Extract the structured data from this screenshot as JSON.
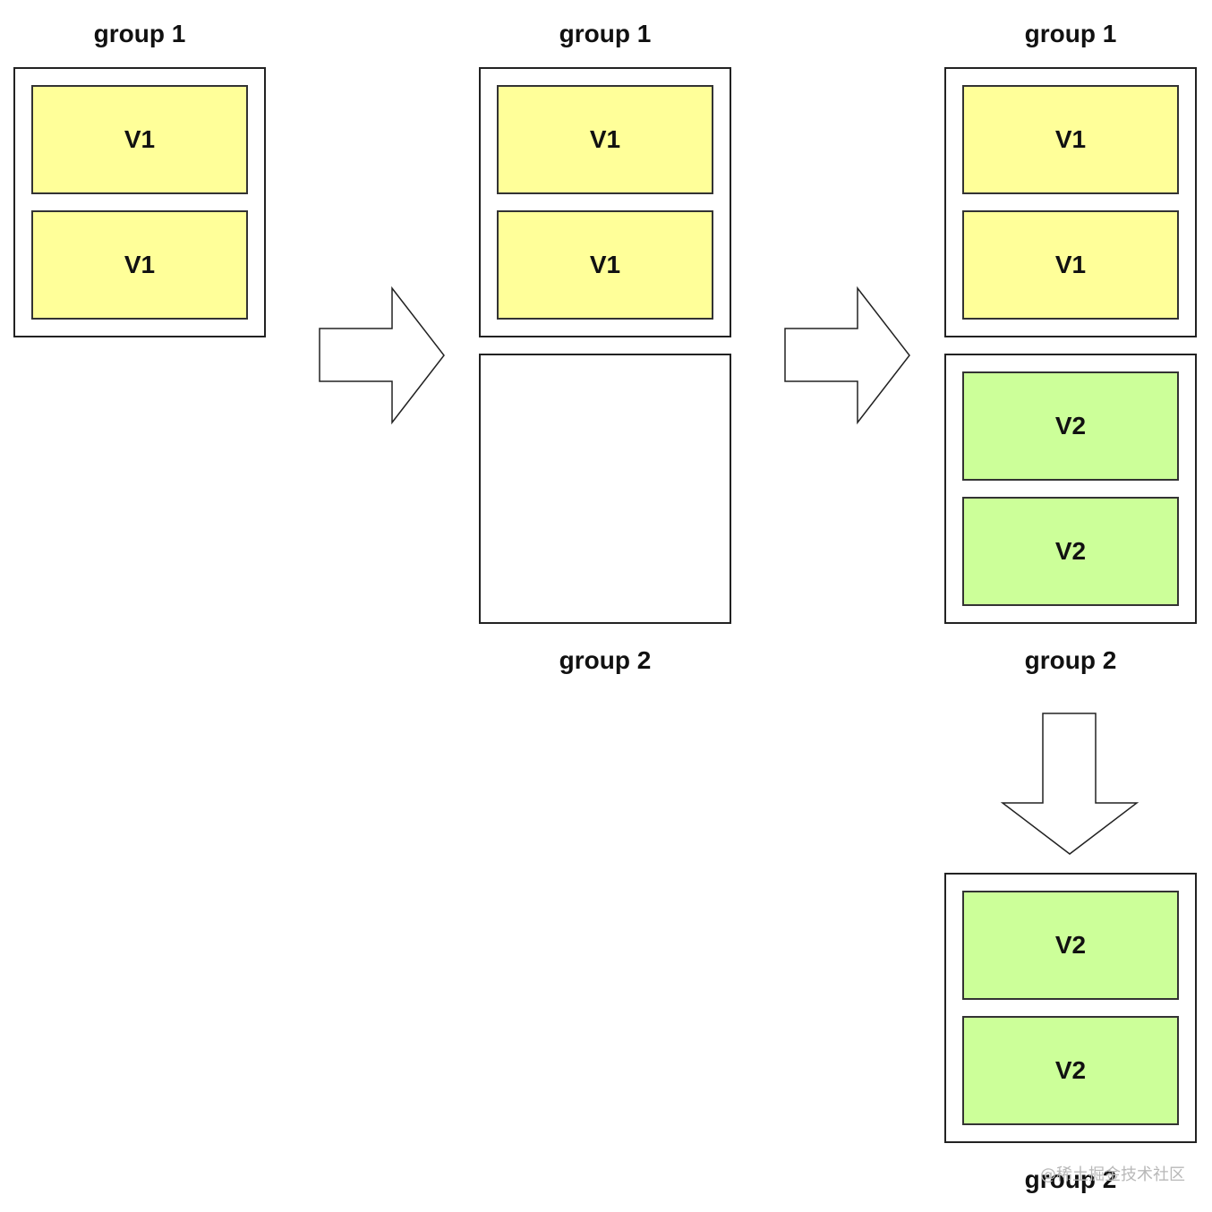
{
  "stage1": {
    "group1": {
      "label": "group 1",
      "items": [
        "V1",
        "V1"
      ]
    }
  },
  "stage2": {
    "group1": {
      "label": "group 1",
      "items": [
        "V1",
        "V1"
      ]
    },
    "group2": {
      "label": "group 2",
      "items": []
    }
  },
  "stage3": {
    "group1": {
      "label": "group 1",
      "items": [
        "V1",
        "V1"
      ]
    },
    "group2": {
      "label": "group 2",
      "items": [
        "V2",
        "V2"
      ]
    }
  },
  "stage4": {
    "group2": {
      "label": "group 2",
      "items": [
        "V2",
        "V2"
      ]
    }
  },
  "colors": {
    "v1_fill": "#ffff99",
    "v2_fill": "#ccff99"
  },
  "icons": {
    "arrow1": "right-arrow-icon",
    "arrow2": "right-arrow-icon",
    "arrow3": "down-arrow-icon"
  },
  "watermark": "@稀土掘金技术社区"
}
